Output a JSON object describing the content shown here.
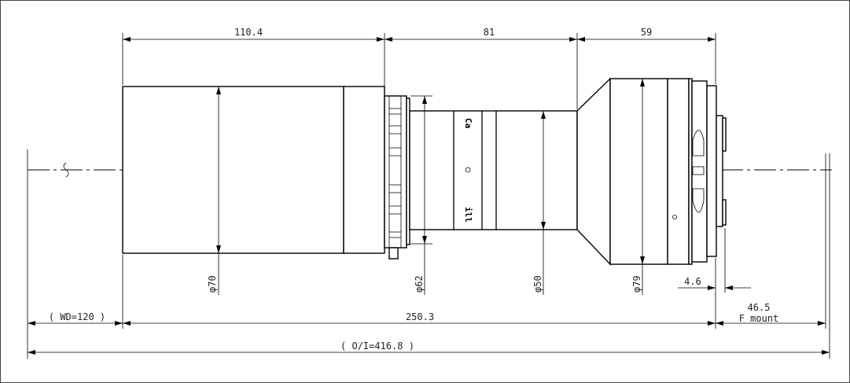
{
  "drawing": {
    "title": "Lens outline drawing",
    "dimensions": {
      "front_length": "110.4",
      "mid_length": "81",
      "rear_length": "59",
      "dia_front": "φ70",
      "dia_ring": "φ62",
      "dia_tube": "φ50",
      "dia_rear": "φ79",
      "flange_step": "4.6",
      "flange_back": "46.5",
      "mount": "F mount",
      "working_distance": "( WD=120 )",
      "total_length": "250.3",
      "object_image": "( O/I=416.8 )"
    },
    "markings": {
      "top": "Ca",
      "bottom": "ill"
    },
    "line_color": "#000000",
    "background": "#ffffff"
  }
}
